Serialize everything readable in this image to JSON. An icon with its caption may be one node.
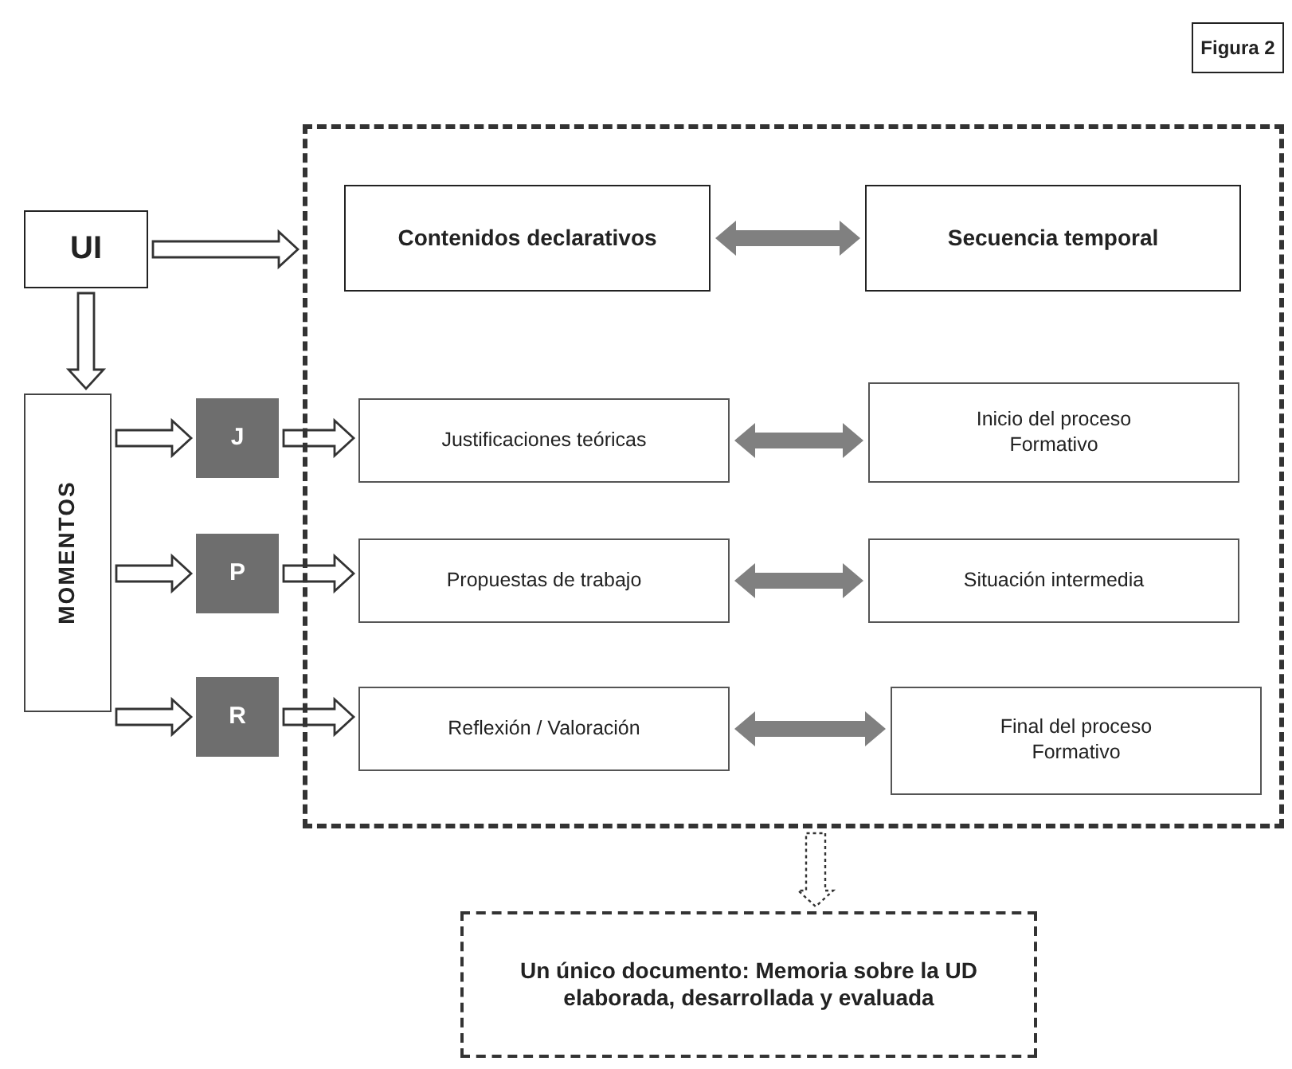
{
  "diagram": {
    "nodes": [
      {
        "text": [
          "Figura 2"
        ]
      },
      {
        "text": [],
        "shape": "box"
      },
      {
        "text": [
          "UI"
        ]
      },
      {
        "text": [
          "MOMENTOS"
        ]
      },
      {
        "text": [
          "J"
        ]
      },
      {
        "text": [
          "P"
        ]
      },
      {
        "text": [
          "R"
        ]
      },
      {
        "text": [
          "Contenidos declarativos"
        ],
        "in": 1
      },
      {
        "text": [
          "Secuencia temporal"
        ],
        "in": 1
      },
      {
        "text": [
          "Justificaciones teóricas"
        ],
        "in": 1
      },
      {
        "text": [
          "Inicio del proceso Formativo"
        ],
        "in": 1
      },
      {
        "text": [
          "Propuestas de trabajo"
        ],
        "in": 1
      },
      {
        "text": [
          "Situación intermedia"
        ],
        "in": 1
      },
      {
        "text": [
          "Reflexión / Valoración"
        ],
        "in": 1
      },
      {
        "text": [
          "Final del proceso Formativo"
        ],
        "in": 1
      },
      {
        "text": [
          "Un único documento: Memoria sobre la UD elaborada, desarrollada y evaluada"
        ]
      }
    ],
    "edges": [
      {
        "from": 2,
        "to": 1,
        "arrow": "to"
      },
      {
        "from": 2,
        "to": 3,
        "arrow": "to"
      },
      {
        "from": 3,
        "to": 4,
        "arrow": "to"
      },
      {
        "from": 3,
        "to": 5,
        "arrow": "to"
      },
      {
        "from": 3,
        "to": 6,
        "arrow": "to"
      },
      {
        "from": 4,
        "to": 9,
        "arrow": "to"
      },
      {
        "from": 5,
        "to": 11,
        "arrow": "to"
      },
      {
        "from": 6,
        "to": 13,
        "arrow": "to"
      },
      {
        "from": 7,
        "to": 8,
        "arrow": "both",
        "style": "thick",
        "color": "#808080"
      },
      {
        "from": 9,
        "to": 10,
        "arrow": "both",
        "style": "thick",
        "color": "#808080"
      },
      {
        "from": 11,
        "to": 12,
        "arrow": "both",
        "style": "thick",
        "color": "#808080"
      },
      {
        "from": 13,
        "to": 14,
        "arrow": "both",
        "style": "thick",
        "color": "#808080"
      },
      {
        "from": 1,
        "to": 15,
        "arrow": "to",
        "style": "dashed"
      }
    ]
  }
}
